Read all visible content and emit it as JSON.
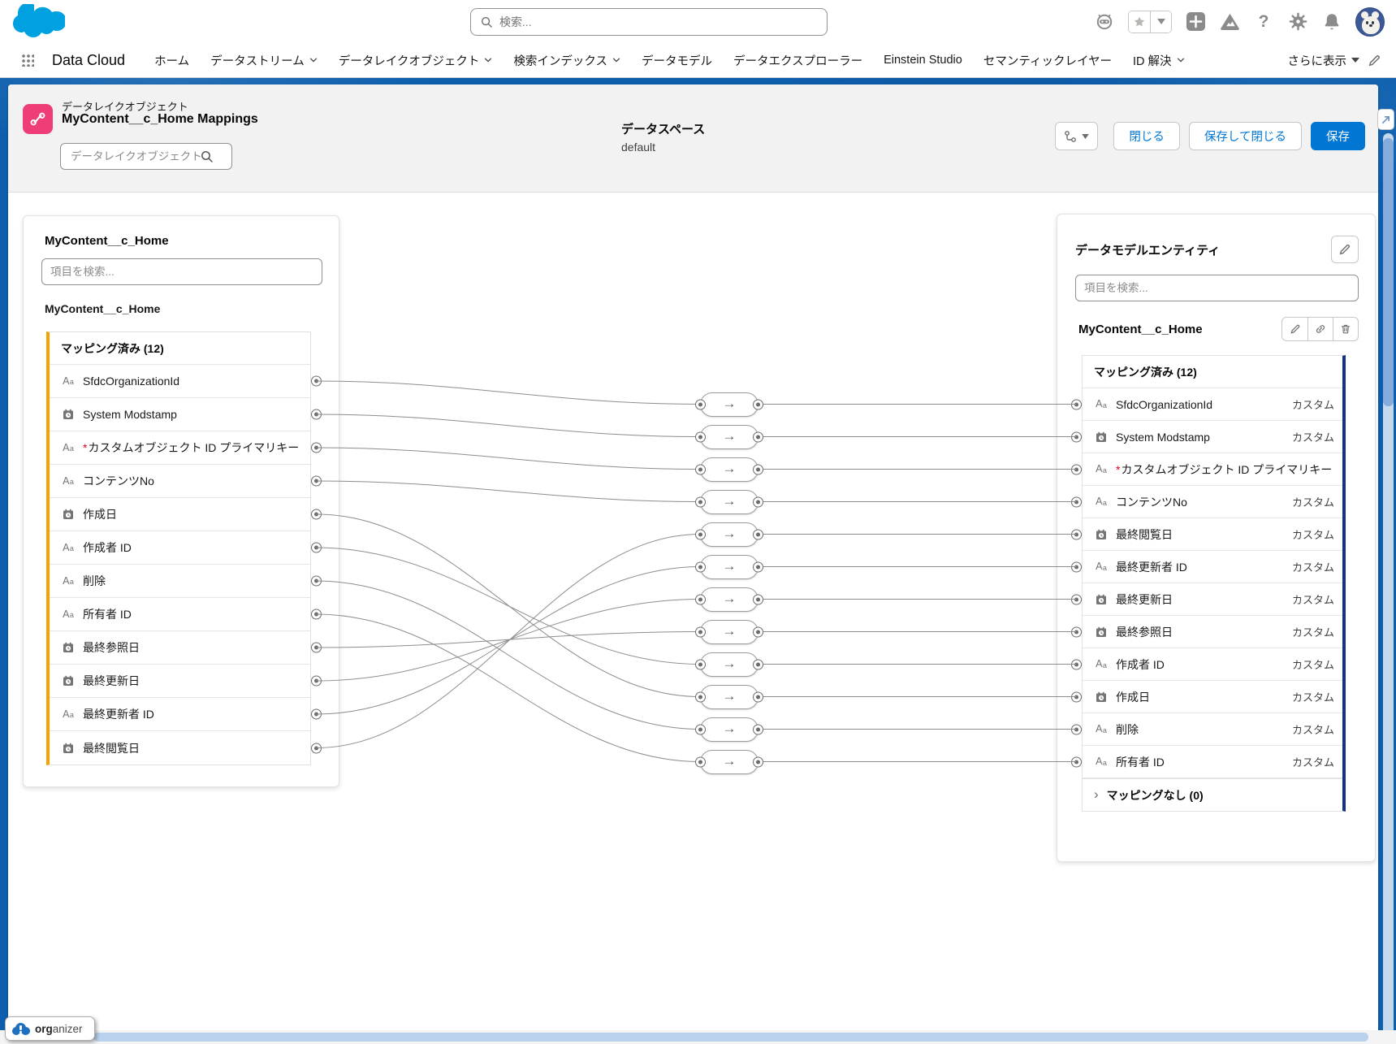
{
  "global_header": {
    "search_placeholder": "検索...",
    "icon_names": [
      "einstein-assistant-icon",
      "favorites-star-icon",
      "favorites-caret-icon",
      "add-icon",
      "trailhead-icon",
      "help-icon",
      "setup-gear-icon",
      "notifications-bell-icon",
      "user-avatar"
    ]
  },
  "nav": {
    "app_name": "Data Cloud",
    "items": [
      {
        "label": "ホーム",
        "caret": false
      },
      {
        "label": "データストリーム",
        "caret": true
      },
      {
        "label": "データレイクオブジェクト",
        "caret": true
      },
      {
        "label": "検索インデックス",
        "caret": true
      },
      {
        "label": "データモデル",
        "caret": false
      },
      {
        "label": "データエクスプローラー",
        "caret": false
      },
      {
        "label": "Einstein Studio",
        "caret": false
      },
      {
        "label": "セマンティックレイヤー",
        "caret": false
      },
      {
        "label": "ID 解決",
        "caret": true
      }
    ],
    "more_label": "さらに表示"
  },
  "page_header": {
    "eyebrow": "データレイクオブジェクト",
    "title": "MyContent__c_Home Mappings",
    "search_placeholder": "データレイクオブジェクトを",
    "dataspace_label": "データスペース",
    "dataspace_value": "default",
    "buttons": {
      "close": "閉じる",
      "save_and_close": "保存して閉じる",
      "save": "保存"
    }
  },
  "left_panel": {
    "title": "MyContent__c_Home",
    "search_placeholder": "項目を検索...",
    "section_title": "MyContent__c_Home",
    "group_label": "マッピング済み (12)",
    "fields": [
      {
        "name": "SfdcOrganizationId",
        "type": "text"
      },
      {
        "name": "System Modstamp",
        "type": "date"
      },
      {
        "name": "カスタムオブジェクト ID プライマリキー",
        "type": "text",
        "required": true
      },
      {
        "name": "コンテンツNo",
        "type": "text"
      },
      {
        "name": "作成日",
        "type": "date"
      },
      {
        "name": "作成者 ID",
        "type": "text"
      },
      {
        "name": "削除",
        "type": "text"
      },
      {
        "name": "所有者 ID",
        "type": "text"
      },
      {
        "name": "最終参照日",
        "type": "date"
      },
      {
        "name": "最終更新日",
        "type": "date"
      },
      {
        "name": "最終更新者 ID",
        "type": "text"
      },
      {
        "name": "最終閲覧日",
        "type": "date"
      }
    ]
  },
  "right_panel": {
    "title": "データモデルエンティティ",
    "search_placeholder": "項目を検索...",
    "entity_title": "MyContent__c_Home",
    "group_label": "マッピング済み (12)",
    "unmapped_label": "マッピングなし (0)",
    "fields": [
      {
        "name": "SfdcOrganizationId",
        "type": "text",
        "badge": "カスタム"
      },
      {
        "name": "System Modstamp",
        "type": "date",
        "badge": "カスタム"
      },
      {
        "name": "カスタムオブジェクト ID プライマリキー",
        "type": "text",
        "required": true,
        "badge": ""
      },
      {
        "name": "コンテンツNo",
        "type": "text",
        "badge": "カスタム"
      },
      {
        "name": "最終閲覧日",
        "type": "date",
        "badge": "カスタム"
      },
      {
        "name": "最終更新者 ID",
        "type": "text",
        "badge": "カスタム"
      },
      {
        "name": "最終更新日",
        "type": "date",
        "badge": "カスタム"
      },
      {
        "name": "最終参照日",
        "type": "date",
        "badge": "カスタム"
      },
      {
        "name": "作成者 ID",
        "type": "text",
        "badge": "カスタム"
      },
      {
        "name": "作成日",
        "type": "date",
        "badge": "カスタム"
      },
      {
        "name": "削除",
        "type": "text",
        "badge": "カスタム"
      },
      {
        "name": "所有者 ID",
        "type": "text",
        "badge": "カスタム"
      }
    ]
  },
  "mappings": [
    {
      "from": 0,
      "to": 0
    },
    {
      "from": 1,
      "to": 1
    },
    {
      "from": 2,
      "to": 2
    },
    {
      "from": 3,
      "to": 3
    },
    {
      "from": 4,
      "to": 9
    },
    {
      "from": 5,
      "to": 8
    },
    {
      "from": 6,
      "to": 10
    },
    {
      "from": 7,
      "to": 11
    },
    {
      "from": 8,
      "to": 7
    },
    {
      "from": 9,
      "to": 6
    },
    {
      "from": 10,
      "to": 5
    },
    {
      "from": 11,
      "to": 4
    }
  ],
  "footer": {
    "organizer_bold": "org",
    "organizer_rest": "anizer"
  },
  "colors": {
    "brand_cloud": "#00A1E0",
    "primary_button": "#0176d3",
    "header_band_blue": "#0d5fae",
    "mapping_icon_pink": "#ef3d77",
    "left_list_accent": "#f5a100",
    "right_list_accent": "#123188",
    "wire_gray": "#8f8d8a",
    "custom_badge_text": "#3e3e3c"
  }
}
